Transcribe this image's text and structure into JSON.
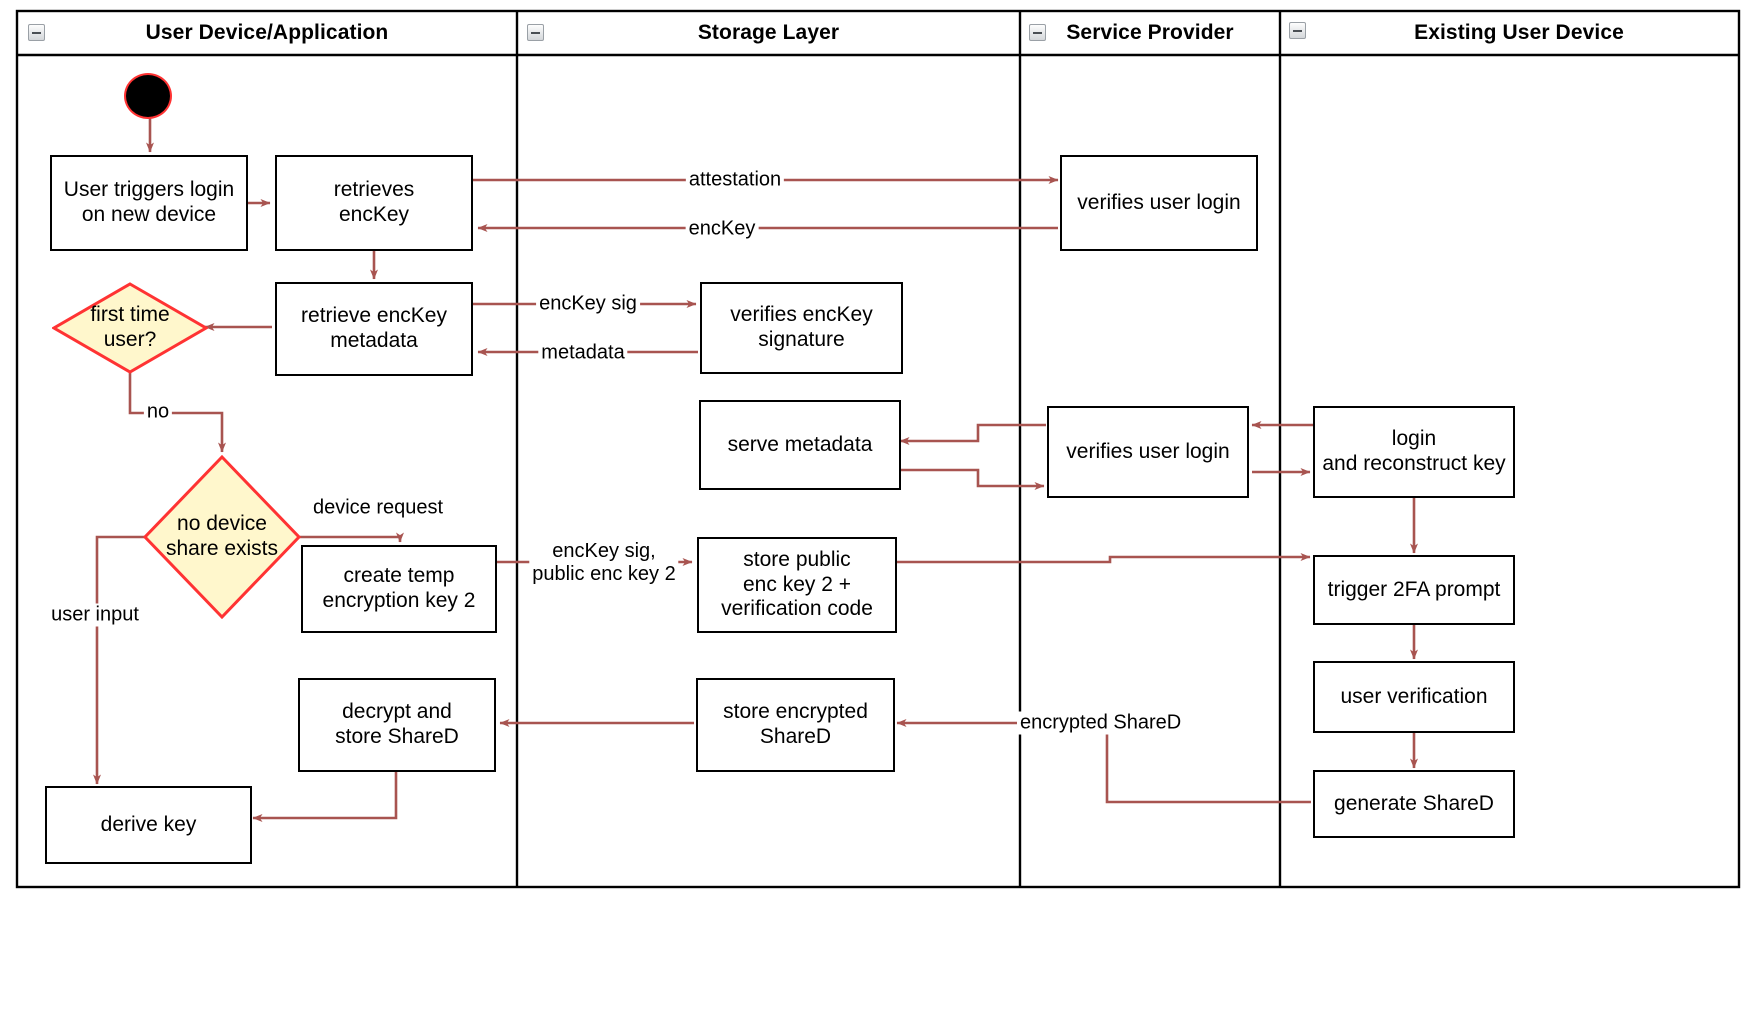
{
  "diagram": {
    "type": "uml-activity-swimlane",
    "title_present": false,
    "colors": {
      "edge": "#a85450",
      "node_border": "#000000",
      "node_fill": "#ffffff",
      "decision_fill": "#fff7cc",
      "decision_border": "#ff3333",
      "start_fill": "#000000",
      "start_border": "#ff3333",
      "lane_border": "#000000"
    }
  },
  "lanes": [
    {
      "name": "user-device-application",
      "title": "User Device/Application",
      "collapse_icon": "minus-box-icon"
    },
    {
      "name": "storage-layer",
      "title": "Storage Layer",
      "collapse_icon": "minus-box-icon"
    },
    {
      "name": "service-provider",
      "title": "Service Provider",
      "collapse_icon": "minus-box-icon"
    },
    {
      "name": "existing-user-device",
      "title": "Existing User Device",
      "collapse_icon": "minus-box-icon"
    }
  ],
  "nodes": {
    "start": {
      "label": "",
      "shape": "initial-node",
      "lane": "user-device-application"
    },
    "user_triggers_login": {
      "label": "User triggers login\non new device",
      "shape": "action",
      "lane": "user-device-application"
    },
    "retrieves_enckey": {
      "label": "retrieves\nencKey",
      "shape": "action",
      "lane": "user-device-application"
    },
    "retrieve_enckey_metadata": {
      "label": "retrieve encKey\nmetadata",
      "shape": "action",
      "lane": "user-device-application"
    },
    "first_time_user": {
      "label": "first time\nuser?",
      "shape": "decision",
      "lane": "user-device-application"
    },
    "no_device_share_exists": {
      "label": "no device\nshare exists",
      "shape": "decision",
      "lane": "user-device-application"
    },
    "create_temp_encryption_key_2": {
      "label": "create temp\nencryption key 2",
      "shape": "action",
      "lane": "user-device-application"
    },
    "decrypt_and_store_shared": {
      "label": "decrypt and\nstore ShareD",
      "shape": "action",
      "lane": "user-device-application"
    },
    "derive_key": {
      "label": "derive key",
      "shape": "action",
      "lane": "user-device-application"
    },
    "verifies_enckey_signature": {
      "label": "verifies encKey\nsignature",
      "shape": "action",
      "lane": "storage-layer"
    },
    "serve_metadata": {
      "label": "serve metadata",
      "shape": "action",
      "lane": "storage-layer"
    },
    "store_public_enc_key_2": {
      "label": "store public\nenc key 2 +\nverification code",
      "shape": "action",
      "lane": "storage-layer"
    },
    "store_encrypted_shared": {
      "label": "store encrypted\nShareD",
      "shape": "action",
      "lane": "storage-layer"
    },
    "verifies_user_login_top": {
      "label": "verifies user login",
      "shape": "action",
      "lane": "service-provider"
    },
    "verifies_user_login_mid": {
      "label": "verifies user login",
      "shape": "action",
      "lane": "service-provider"
    },
    "login_and_reconstruct_key": {
      "label": "login\nand reconstruct key",
      "shape": "action",
      "lane": "existing-user-device"
    },
    "trigger_2fa_prompt": {
      "label": "trigger 2FA prompt",
      "shape": "action",
      "lane": "existing-user-device"
    },
    "user_verification": {
      "label": "user verification",
      "shape": "action",
      "lane": "existing-user-device"
    },
    "generate_shared": {
      "label": "generate ShareD",
      "shape": "action",
      "lane": "existing-user-device"
    }
  },
  "edge_labels": {
    "attestation": "attestation",
    "enckey": "encKey",
    "enckey_sig": "encKey sig",
    "metadata": "metadata",
    "no": "no",
    "device_request": "device request",
    "user_input": "user input",
    "enckey_sig_public_enc_key_2": "encKey sig,\npublic enc key 2",
    "encrypted_shared": "encrypted ShareD"
  }
}
